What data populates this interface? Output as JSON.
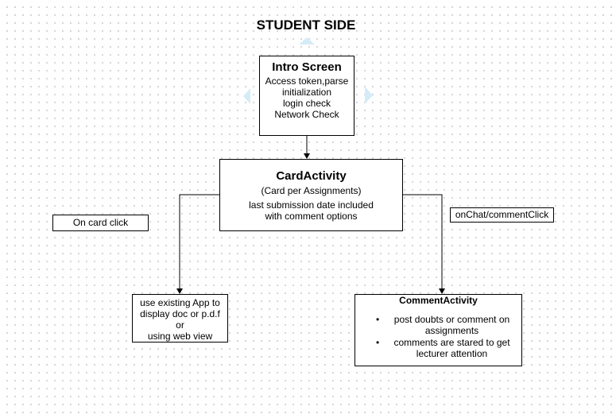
{
  "title": "STUDENT SIDE",
  "intro": {
    "heading": "Intro Screen",
    "lines": [
      "Access token,parse",
      "initialization",
      "login check",
      "Network Check"
    ]
  },
  "card": {
    "heading": "CardActivity",
    "sub": "(Card per  Assignments)",
    "lines": [
      "last submission date included",
      "with comment options"
    ]
  },
  "viewer": {
    "lines": [
      "use existing App to",
      "display doc or p.d.f",
      "or",
      "using web view"
    ]
  },
  "comment": {
    "heading": "CommentActivity",
    "bullets": [
      "post doubts or comment on assignments",
      "comments are stared to get lecturer  attention"
    ]
  },
  "labels": {
    "on_card_click": "On card click",
    "on_chat": "onChat/commentClick"
  },
  "colors": {
    "line": "#000000",
    "handle": "#d4ecf8",
    "grid_dot": "#c9c9c9"
  }
}
